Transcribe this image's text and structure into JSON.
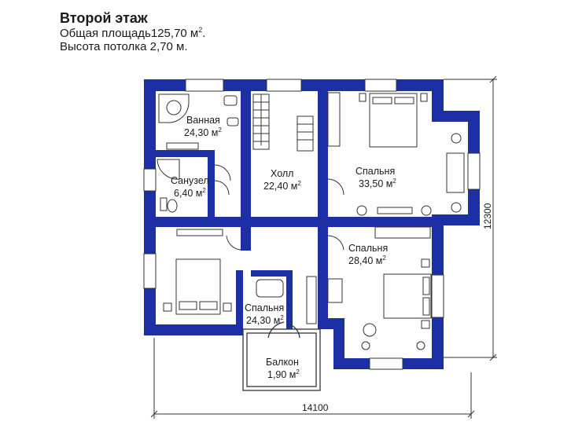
{
  "header": {
    "title": "Второй этаж",
    "area_prefix": "Общая площадь",
    "area_value": "125,70 м",
    "area_suffix": ".",
    "ceiling": "Высота потолка 2,70 м."
  },
  "rooms": {
    "bathroom": {
      "name": "Ванная",
      "area": "24,30 м"
    },
    "wc": {
      "name": "Санузел",
      "area": "6,40 м"
    },
    "hall": {
      "name": "Холл",
      "area": "22,40 м"
    },
    "bedroom_ne": {
      "name": "Спальня",
      "area": "33,50 м"
    },
    "bedroom_se": {
      "name": "Спальня",
      "area": "28,40 м"
    },
    "bedroom_sw": {
      "name": "Спальня",
      "area": "24,30 м"
    },
    "balcony": {
      "name": "Балкон",
      "area": "1,90 м"
    }
  },
  "superscript": "2",
  "dimensions": {
    "width": "14100",
    "height": "12300"
  },
  "colors": {
    "wall": "#1c2fa5",
    "line": "#333333",
    "background": "#ffffff"
  }
}
